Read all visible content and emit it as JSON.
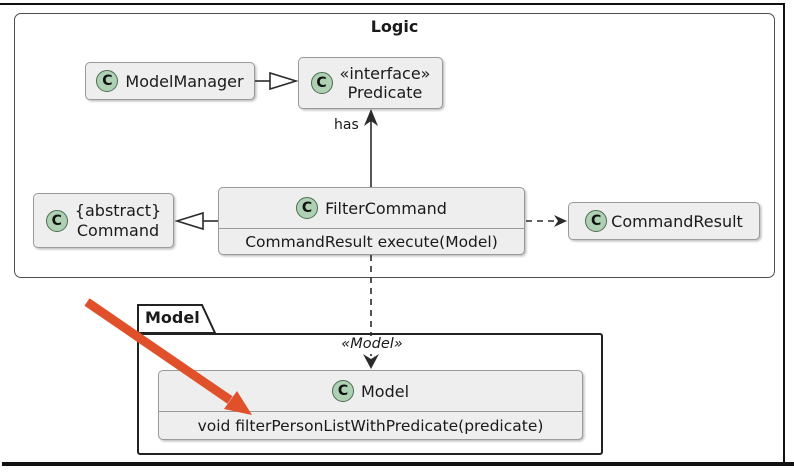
{
  "logic_package": {
    "title": "Logic"
  },
  "model_package": {
    "title": "Model"
  },
  "classes": {
    "model_manager": {
      "icon_letter": "C",
      "name": "ModelManager"
    },
    "predicate": {
      "icon_letter": "C",
      "stereotype": "«interface»",
      "name": "Predicate"
    },
    "command": {
      "icon_letter": "C",
      "stereotype": "{abstract}",
      "name": "Command"
    },
    "filter_command": {
      "icon_letter": "C",
      "name": "FilterCommand",
      "method": "CommandResult execute(Model)"
    },
    "command_result": {
      "icon_letter": "C",
      "name": "CommandResult"
    },
    "model": {
      "icon_letter": "C",
      "name": "Model",
      "method": "void filterPersonListWithPredicate(predicate)"
    }
  },
  "labels": {
    "has": "has",
    "dependency_stereotype": "«Model»"
  },
  "colors": {
    "class_fill": "#eeeeee",
    "class_border": "#9a9a9a",
    "package_border": "#4d4d4d",
    "model_package_border": "#222222",
    "icon_fill": "#ADD1B2",
    "icon_border": "#4e6b52",
    "connector": "#2b2b2b",
    "annotation_arrow": "#E0512B",
    "frame": "#111111"
  }
}
